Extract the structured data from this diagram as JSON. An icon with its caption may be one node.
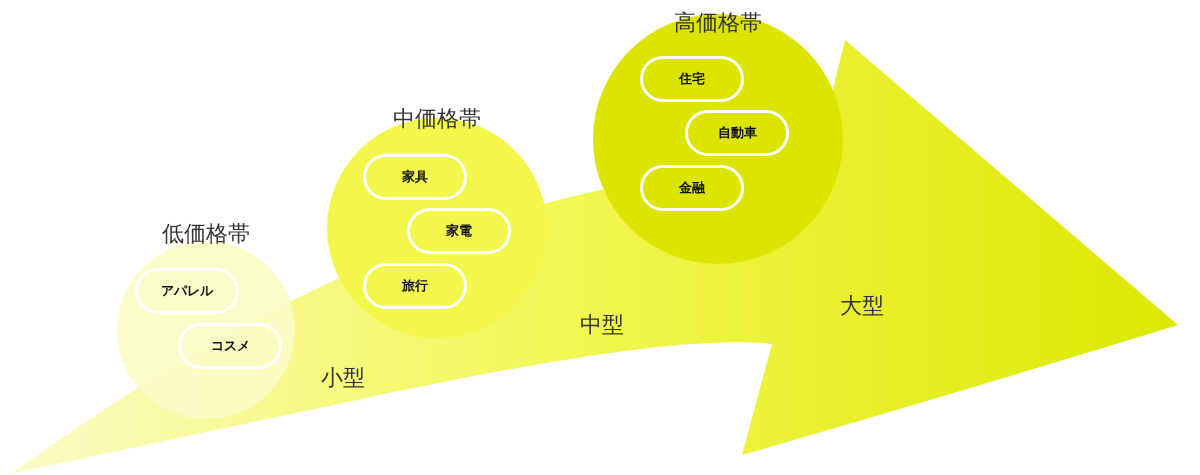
{
  "diagram": {
    "nodes": [
      {
        "text": [
          "低価格帯"
        ]
      },
      {
        "text": [
          "アパレル"
        ],
        "in": 0
      },
      {
        "text": [
          "コスメ"
        ],
        "in": 0
      },
      {
        "text": [
          "中価格帯"
        ]
      },
      {
        "text": [
          "家具"
        ],
        "in": 3
      },
      {
        "text": [
          "家電"
        ],
        "in": 3
      },
      {
        "text": [
          "旅行"
        ],
        "in": 3
      },
      {
        "text": [
          "高価格帯"
        ]
      },
      {
        "text": [
          "住宅"
        ],
        "in": 7
      },
      {
        "text": [
          "自動車"
        ],
        "in": 7
      },
      {
        "text": [
          "金融"
        ],
        "in": 7
      },
      {
        "text": [
          "小型",
          "中型",
          "大型"
        ]
      }
    ]
  }
}
